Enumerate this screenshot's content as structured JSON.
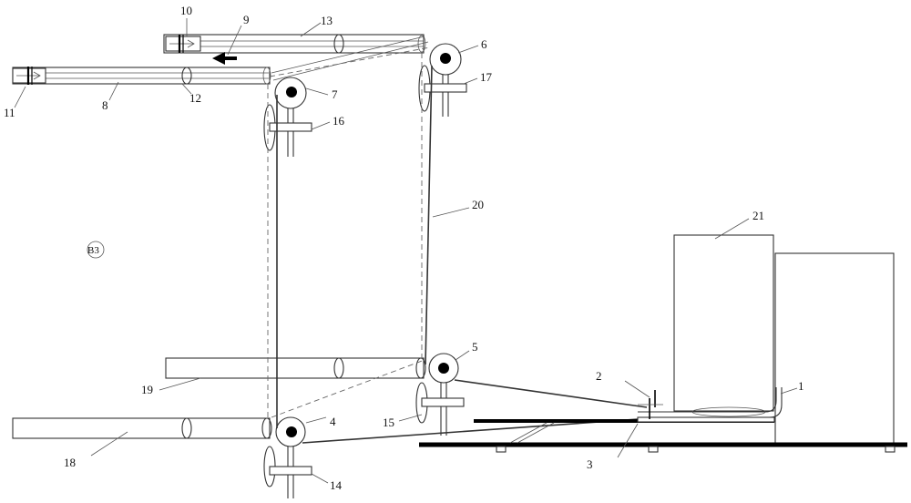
{
  "labels": {
    "n1": "1",
    "n2": "2",
    "n3": "3",
    "n4": "4",
    "n5": "5",
    "n6": "6",
    "n7": "7",
    "n8": "8",
    "n9": "9",
    "n10": "10",
    "n11": "11",
    "n12": "12",
    "n13": "13",
    "n14": "14",
    "n15": "15",
    "n16": "16",
    "n17": "17",
    "n18": "18",
    "n19": "19",
    "n20": "20",
    "n21": "21",
    "b3": "B3"
  },
  "colors": {
    "line": "#333333",
    "arrow": "#000000",
    "rail": "#000000",
    "pulley_hub": "#000000"
  }
}
